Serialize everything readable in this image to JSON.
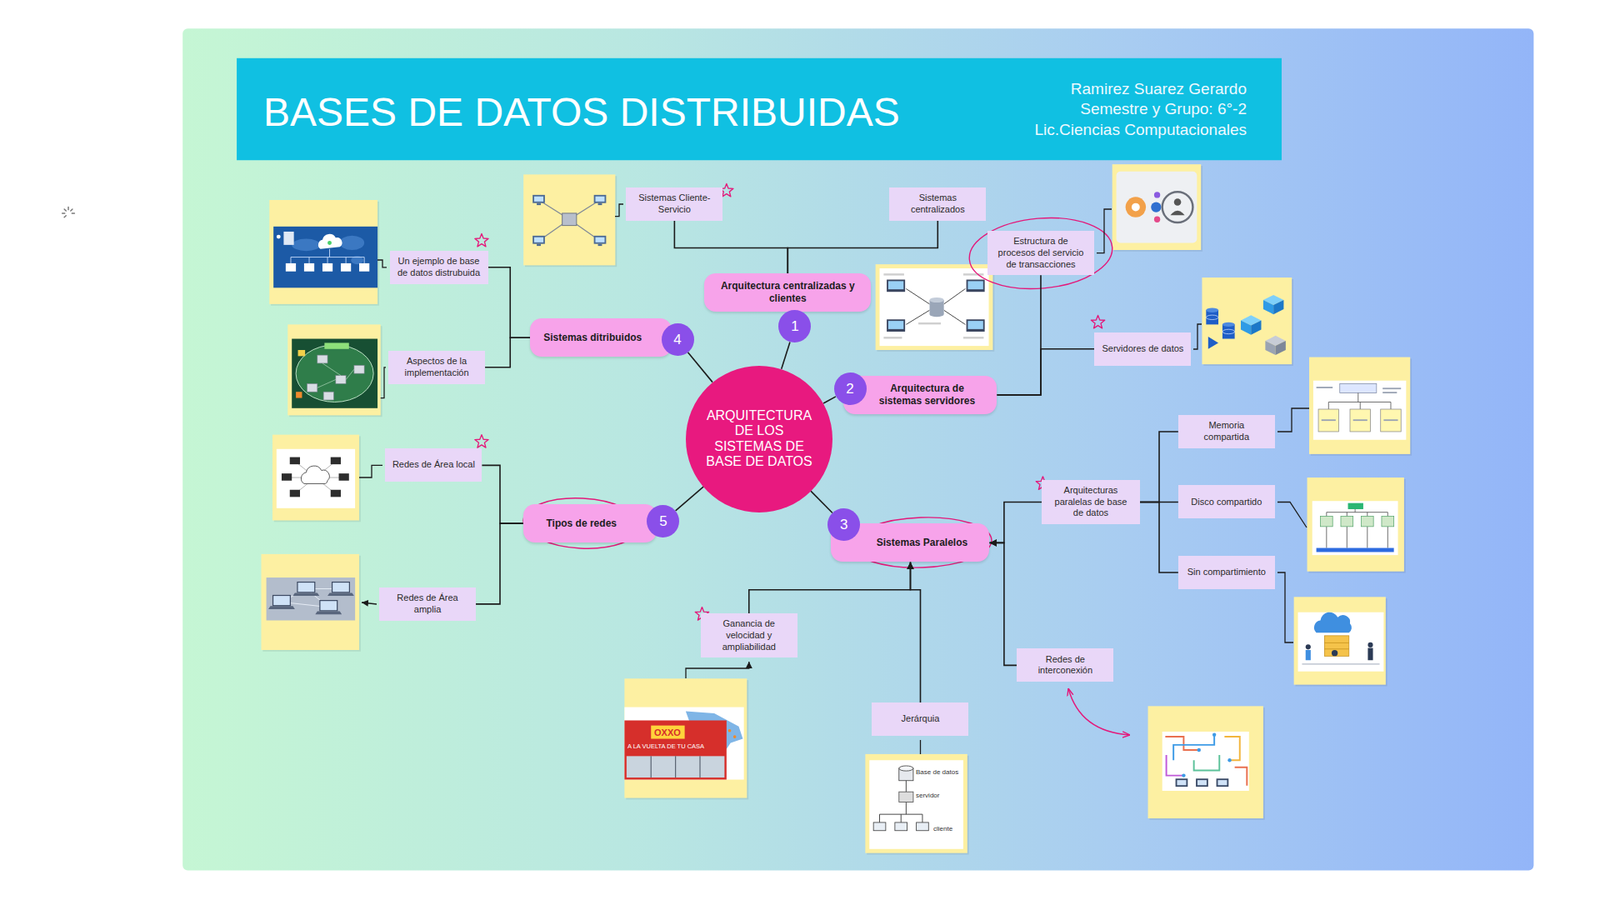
{
  "diagram": {
    "title": "BASES DE DATOS DISTRIBUIDAS",
    "nodes": [
      {
        "text": [
          "ARQUITECTURA DE LOS SISTEMAS DE BASE DE DATOS"
        ]
      },
      {
        "text": [
          "1"
        ]
      },
      {
        "text": [
          "Arquitectura centralizadas y clientes"
        ]
      },
      {
        "text": [
          "Sistemas Cliente-Servicio"
        ]
      },
      {
        "text": [
          "Sistemas centralizados"
        ]
      },
      {
        "text": [
          "2"
        ]
      },
      {
        "text": [
          "Arquitectura de sistemas servidores"
        ]
      },
      {
        "text": [
          "Estructura de procesos del servicio de transacciones"
        ]
      },
      {
        "text": [
          "Servidores de datos"
        ]
      },
      {
        "text": [
          "3"
        ]
      },
      {
        "text": [
          "Sistemas Paralelos"
        ]
      },
      {
        "text": [
          "Arquitecturas paralelas de base de datos"
        ]
      },
      {
        "text": [
          "Memoria compartida"
        ]
      },
      {
        "text": [
          "Disco compartido"
        ]
      },
      {
        "text": [
          "Sin compartimiento"
        ]
      },
      {
        "text": [
          "Redes de interconexión"
        ]
      },
      {
        "text": [
          "Ganancia de velocidad y ampliabilidad"
        ]
      },
      {
        "text": [
          "Jerárquia"
        ]
      },
      {
        "text": [
          "4"
        ]
      },
      {
        "text": [
          "Sistemas ditribuidos"
        ]
      },
      {
        "text": [
          "Un ejemplo de base de datos distrubuida"
        ]
      },
      {
        "text": [
          "Aspectos de la implementación"
        ]
      },
      {
        "text": [
          "5"
        ]
      },
      {
        "text": [
          "Tipos de redes"
        ]
      },
      {
        "text": [
          "Redes de Área local"
        ]
      },
      {
        "text": [
          "Redes de Área amplia"
        ]
      }
    ],
    "edges": [
      {
        "from": 0,
        "to": 1,
        "arrow": "none"
      },
      {
        "from": 2,
        "to": 3,
        "arrow": "none"
      },
      {
        "from": 2,
        "to": 4,
        "arrow": "none"
      },
      {
        "from": 0,
        "to": 5,
        "arrow": "none"
      },
      {
        "from": 6,
        "to": 7,
        "arrow": "none"
      },
      {
        "from": 6,
        "to": 8,
        "arrow": "none"
      },
      {
        "from": 0,
        "to": 9,
        "arrow": "none"
      },
      {
        "from": 11,
        "to": 10,
        "arrow": "to"
      },
      {
        "from": 15,
        "to": 10,
        "arrow": "to"
      },
      {
        "from": 16,
        "to": 10,
        "arrow": "to"
      },
      {
        "from": 17,
        "to": 10,
        "arrow": "to"
      },
      {
        "from": 11,
        "to": 12,
        "arrow": "none"
      },
      {
        "from": 11,
        "to": 13,
        "arrow": "none"
      },
      {
        "from": 11,
        "to": 14,
        "arrow": "none"
      },
      {
        "from": 0,
        "to": 18,
        "arrow": "none"
      },
      {
        "from": 19,
        "to": 20,
        "arrow": "none"
      },
      {
        "from": 19,
        "to": 21,
        "arrow": "none"
      },
      {
        "from": 0,
        "to": 22,
        "arrow": "none"
      },
      {
        "from": 23,
        "to": 24,
        "arrow": "none"
      },
      {
        "from": 23,
        "to": 25,
        "arrow": "none"
      }
    ],
    "labels": [
      "Ramirez Suarez Gerardo",
      "Semestre y Grupo: 6°-2",
      "Lic.Ciencias Computacionales",
      "OXXO",
      "A LA VUELTA DE TU CASA",
      "Base de datos",
      "servidor",
      "cliente"
    ]
  }
}
